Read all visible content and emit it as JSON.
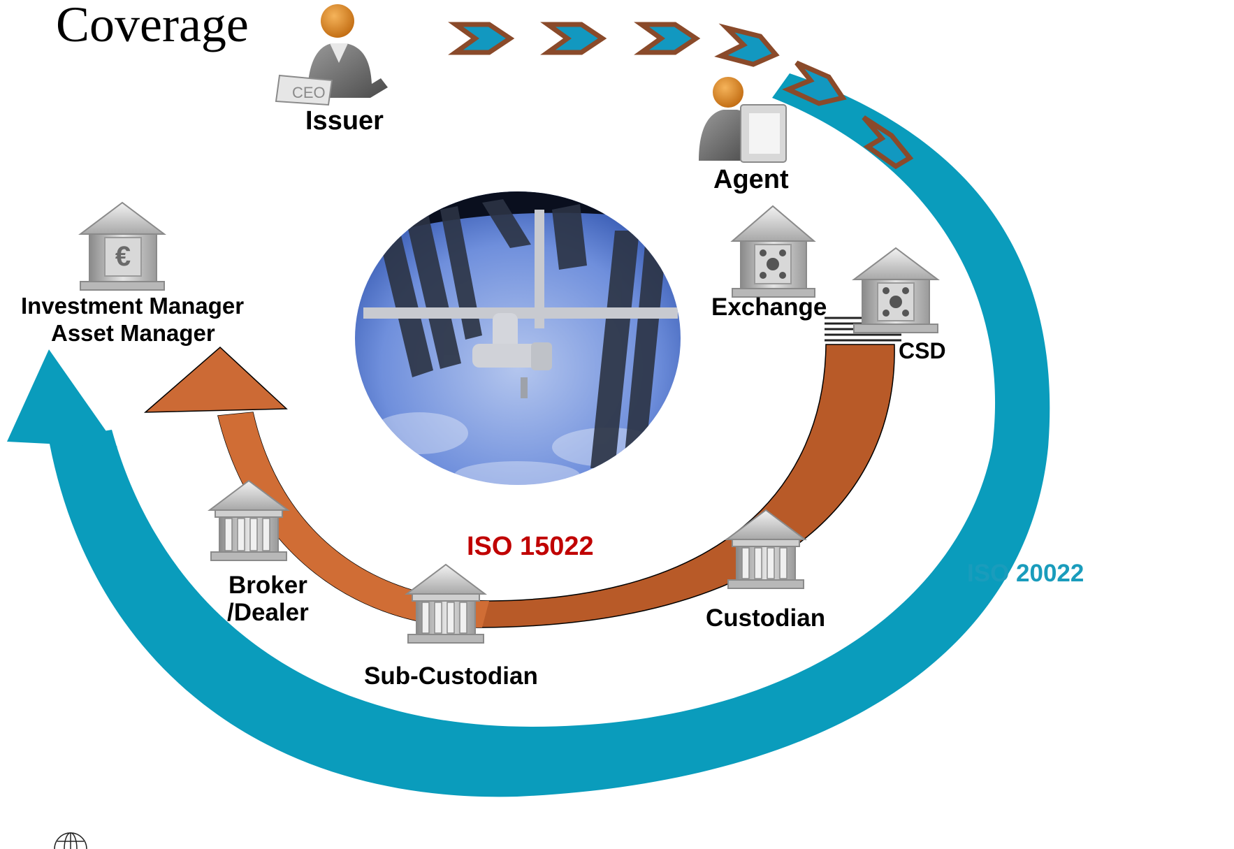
{
  "title": "Coverage",
  "nodes": {
    "issuer": "Issuer",
    "ceo_sign": "CEO",
    "agent": "Agent",
    "exchange": "Exchange",
    "csd": "CSD",
    "investment_manager_line1": "Investment Manager",
    "investment_manager_line2": "Asset Manager",
    "broker_line1": "Broker",
    "broker_line2": "/Dealer",
    "sub_custodian": "Sub-Custodian",
    "custodian": "Custodian"
  },
  "standards": {
    "iso15022": "ISO 15022",
    "iso20022": "ISO 20022"
  },
  "icons": {
    "euro_symbol": "€"
  },
  "colors": {
    "iso20022_teal": "#0a9cbc",
    "iso15022_orange": "#cc6a35",
    "iso15022_red_text": "#c00000",
    "chevron_fill": "#1298c0",
    "chevron_stroke": "#8a4a2a",
    "building_gray": "#b8b8b8"
  }
}
